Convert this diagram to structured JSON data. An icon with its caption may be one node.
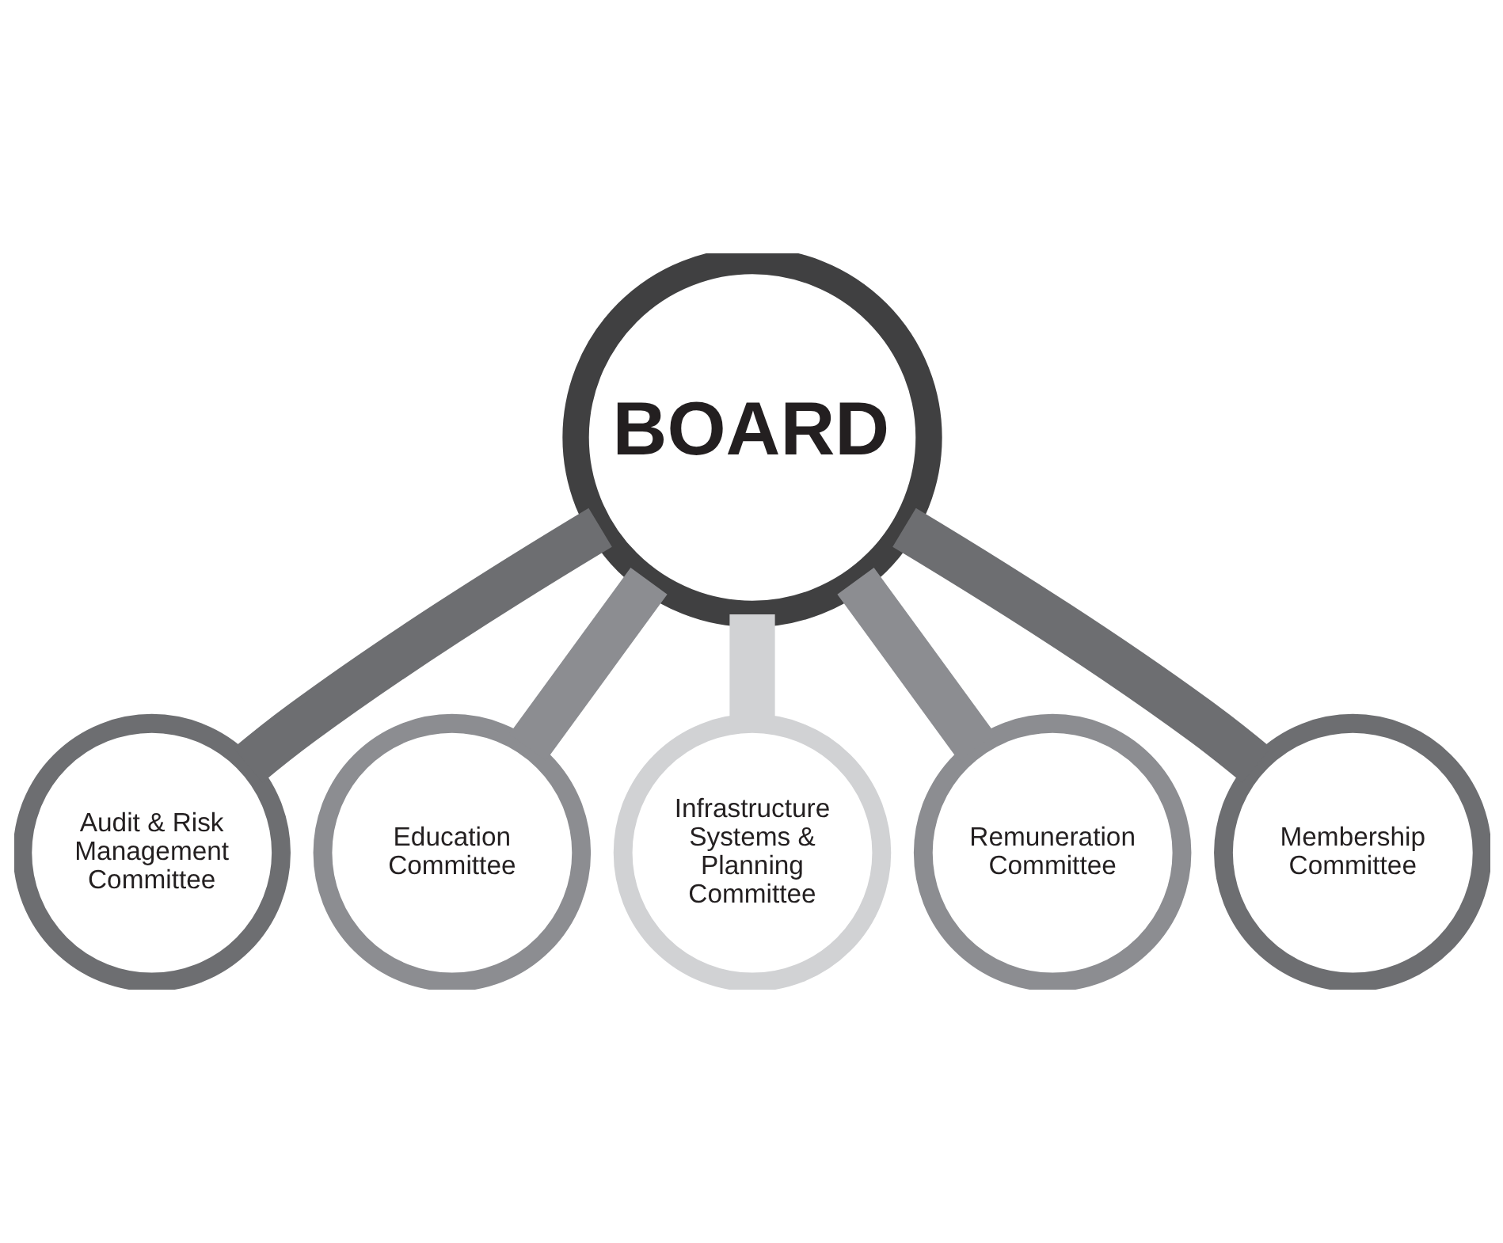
{
  "diagram": {
    "nodes": [
      {
        "text": [
          "BOARD"
        ]
      },
      {
        "text": [
          "Audit & Risk Management Committee"
        ]
      },
      {
        "text": [
          "Education Committee"
        ]
      },
      {
        "text": [
          "Infrastructure Systems & Planning Committee"
        ]
      },
      {
        "text": [
          "Remuneration Committee"
        ]
      },
      {
        "text": [
          "Membership Committee"
        ]
      }
    ],
    "edges": [
      {
        "from": 0,
        "to": 1,
        "arrow": "none",
        "color": "#6d6e71"
      },
      {
        "from": 0,
        "to": 2,
        "arrow": "none",
        "color": "#8c8d91"
      },
      {
        "from": 0,
        "to": 3,
        "arrow": "none",
        "color": "#d1d2d4"
      },
      {
        "from": 0,
        "to": 4,
        "arrow": "none",
        "color": "#8c8d91"
      },
      {
        "from": 0,
        "to": 5,
        "arrow": "none",
        "color": "#6d6e71"
      }
    ]
  }
}
